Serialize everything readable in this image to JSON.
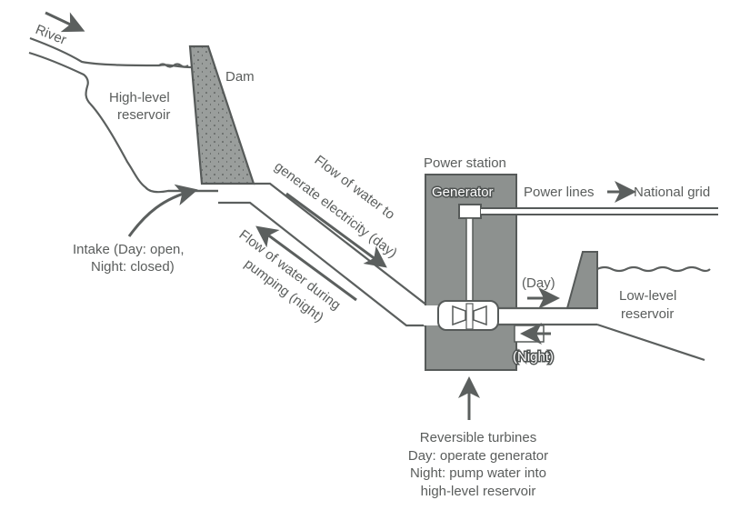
{
  "title": "Pumped-storage hydroelectric power station",
  "labels": {
    "river": "River",
    "dam": "Dam",
    "high_reservoir": [
      "High-level",
      "reservoir"
    ],
    "intake": [
      "Intake (Day: open,",
      "Night: closed)"
    ],
    "flow_day": [
      "Flow of water to",
      "generate electricity (day)"
    ],
    "flow_night": [
      "Flow of water during",
      "pumping (night)"
    ],
    "power_station": "Power station",
    "generator": "Generator",
    "power_lines": "Power lines",
    "national_grid": "National grid",
    "day": "(Day)",
    "night": "(Night)",
    "low_reservoir": [
      "Low-level",
      "reservoir"
    ],
    "turbines": [
      "Reversible turbines",
      "Day: operate generator",
      "Night: pump water into",
      "high-level reservoir"
    ]
  },
  "colors": {
    "line": "#5b5f5e",
    "text": "#5a5d5c",
    "structure_fill": "#8d918f",
    "water_channel": "#ffffff"
  }
}
